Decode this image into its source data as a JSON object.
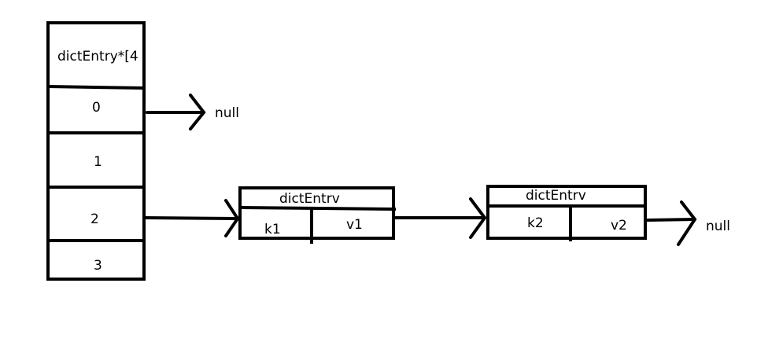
{
  "array": {
    "header": "dictEntry*[4",
    "slots": [
      "0",
      "1",
      "2",
      "3"
    ]
  },
  "null_label_top": "null",
  "entries": [
    {
      "title": "dictEntrv",
      "key": "k1",
      "value": "v1"
    },
    {
      "title": "dictEntrv",
      "key": "k2",
      "value": "v2"
    }
  ],
  "null_label_end": "null",
  "colors": {
    "stroke": "#000000",
    "background": "#ffffff"
  }
}
